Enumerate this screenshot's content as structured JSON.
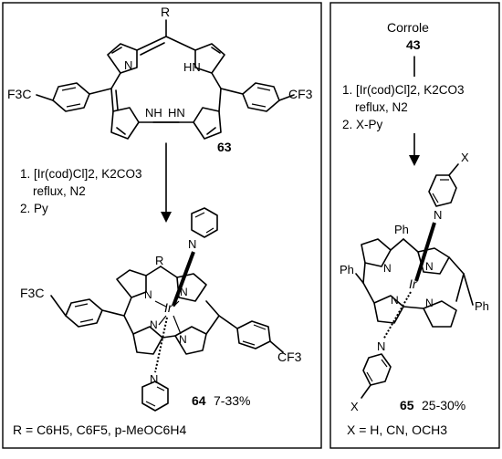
{
  "left_panel": {
    "top_structure": {
      "meso_substituent": "R",
      "aryl_group": "F3C",
      "aryl_group_right": "CF3",
      "pyrrole_nh_labels": [
        "N",
        "HN",
        "NH",
        "HN"
      ],
      "compound_number": "63"
    },
    "conditions": {
      "step1_line1": "1. [Ir(cod)Cl]2, K2CO3",
      "step1_line2": "reflux, N2",
      "step2": "2. Py"
    },
    "product": {
      "meso_substituent": "R",
      "metal": "Ir",
      "aryl_group": "F3C",
      "aryl_group_right": "CF3",
      "compound_number": "64",
      "yield": "7-33%"
    },
    "r_definition": "R = C6H5, C6F5, p-MeOC6H4"
  },
  "right_panel": {
    "starting_material": "Corrole",
    "starting_number": "43",
    "conditions": {
      "step1_line1": "1. [Ir(cod)Cl]2, K2CO3",
      "step1_line2": "reflux, N2",
      "step2": "2. X-Py"
    },
    "product": {
      "axial_substituent": "X",
      "metal": "Ir",
      "phenyl": "Ph",
      "compound_number": "65",
      "yield": "25-30%"
    },
    "x_definition": "X = H, CN, OCH3"
  }
}
